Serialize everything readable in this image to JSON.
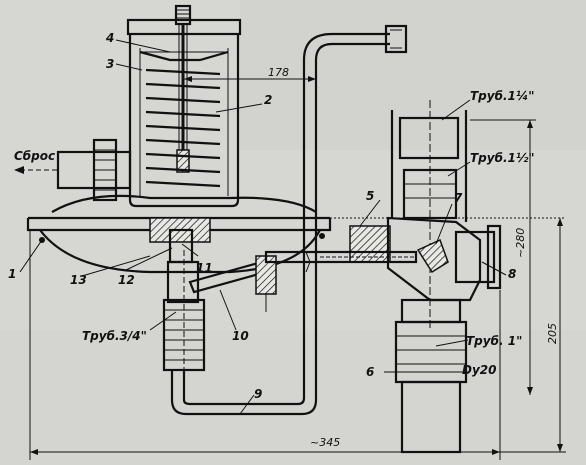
{
  "labels": {
    "sbros": "Сброс",
    "pipe_1_1_4": "Труб.1¼\"",
    "pipe_1_1_2": "Труб.1½\"",
    "pipe_3_4": "Труб.3/4\"",
    "pipe_1": "Труб. 1\"",
    "dy20": "Dy20"
  },
  "numbers": {
    "n1": "1",
    "n2": "2",
    "n3": "3",
    "n4": "4",
    "n5": "5",
    "n6": "6",
    "n7": "7",
    "n8": "8",
    "n9": "9",
    "n10": "10",
    "n11": "11",
    "n12": "12",
    "n13": "13"
  },
  "dimensions": {
    "d178": "178",
    "d280": "~280",
    "d205": "205",
    "d345": "~345"
  },
  "colors": {
    "paper": "#d6d6d2",
    "ink": "#111111"
  }
}
